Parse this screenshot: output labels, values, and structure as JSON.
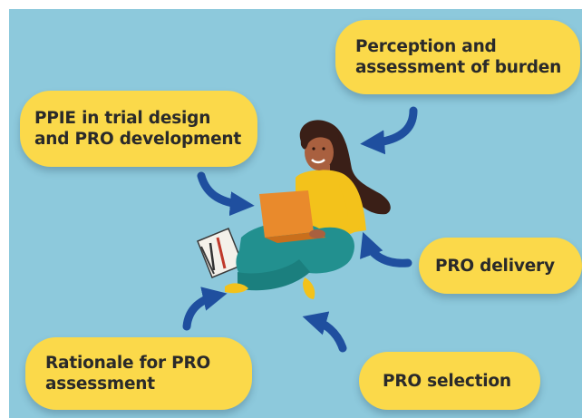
{
  "labels": {
    "perception": "Perception and\nassessment of burden",
    "ppie": "PPIE in trial design\nand PRO development",
    "delivery": "PRO delivery",
    "rationale": "Rationale for PRO\nassessment",
    "selection": "PRO selection"
  },
  "colors": {
    "background": "#8dc9dc",
    "label_fill": "#fbd94a",
    "arrow": "#1f4f9f",
    "sweater": "#f3c21b",
    "trousers": "#22908f",
    "laptop": "#e98a2c",
    "hair": "#3a1f17",
    "skin": "#a9603f"
  },
  "icons": {
    "person": "woman-with-laptop-illustration",
    "notebook": "notebook-with-pens-icon",
    "arrow": "curved-arrow-icon"
  }
}
